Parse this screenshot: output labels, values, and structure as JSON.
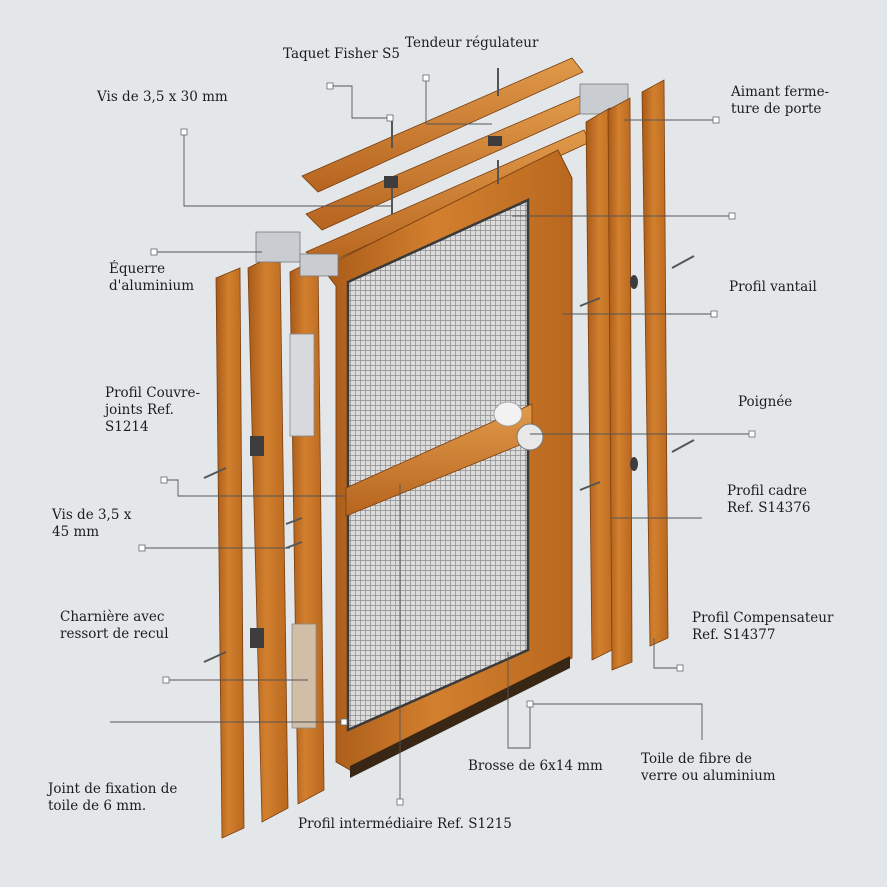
{
  "diagram": {
    "labels": {
      "taquet": "Taquet Fisher S5",
      "tendeur": "Tendeur régulateur",
      "vis30": "Vis de 3,5 x 30 mm",
      "aimant": "Aimant ferme-\nture de porte",
      "equerre": "Équerre\nd'aluminium",
      "profil_vantail": "Profil vantail",
      "couvre_joints": "Profil Couvre-\njoints Ref.\nS1214",
      "poignee": "Poignée",
      "profil_cadre": "Profil cadre\nRef. S14376",
      "vis45": "Vis de 3,5 x\n45 mm",
      "charniere": "Charnière avec\nressort de recul",
      "compensateur": "Profil Compensateur\nRef. S14377",
      "joint": "Joint de fixation de\ntoile de 6 mm.",
      "brosse": "Brosse de 6x14 mm",
      "toile": "Toile de fibre de\nverre ou aluminium",
      "intermediaire": "Profil intermédiaire Ref. S1215"
    }
  }
}
